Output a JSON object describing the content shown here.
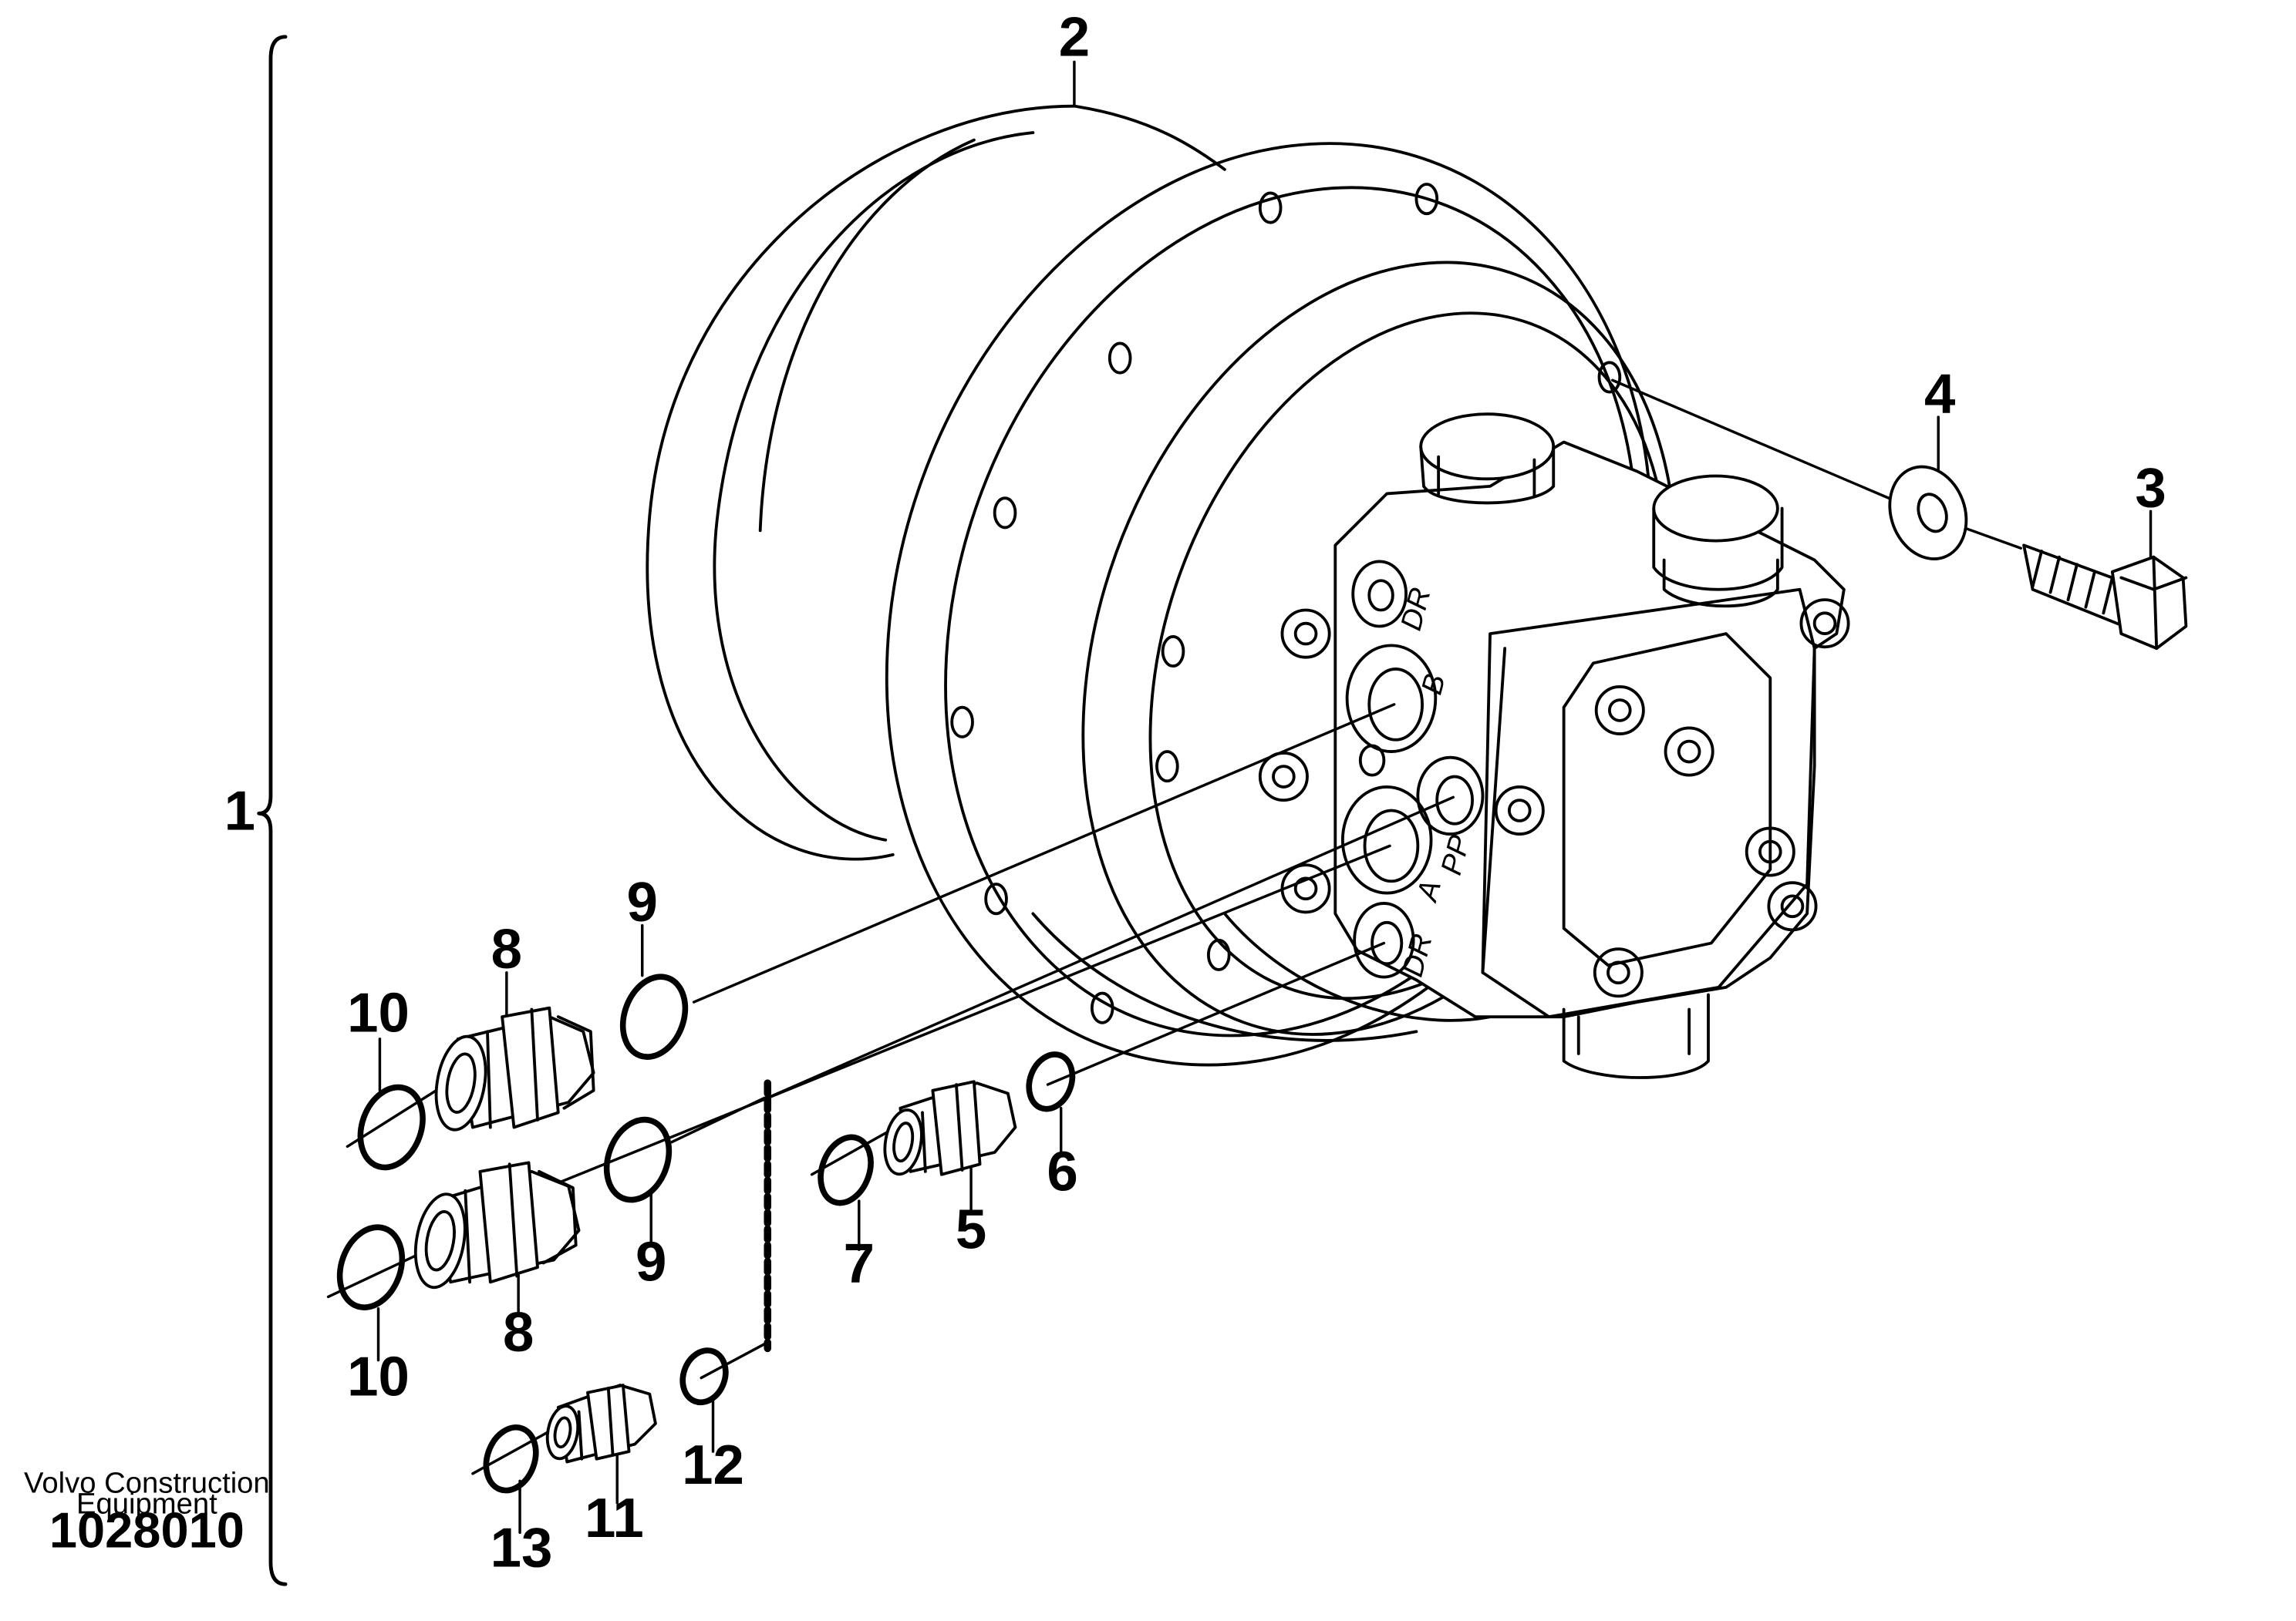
{
  "diagram": {
    "callouts": {
      "c1": "1",
      "c2": "2",
      "c3": "3",
      "c4": "4",
      "c5": "5",
      "c6": "6",
      "c7": "7",
      "c8a": "8",
      "c8b": "8",
      "c9a": "9",
      "c9b": "9",
      "c10a": "10",
      "c10b": "10",
      "c11": "11",
      "c12": "12",
      "c13": "13"
    },
    "port_labels": {
      "dr_top": "DR",
      "b": "B",
      "pp": "PP",
      "a": "A",
      "dr_bottom": "DR"
    }
  },
  "footer": {
    "company_line1": "Volvo Construction",
    "company_line2": "Equipment",
    "drawing_number": "1028010"
  }
}
